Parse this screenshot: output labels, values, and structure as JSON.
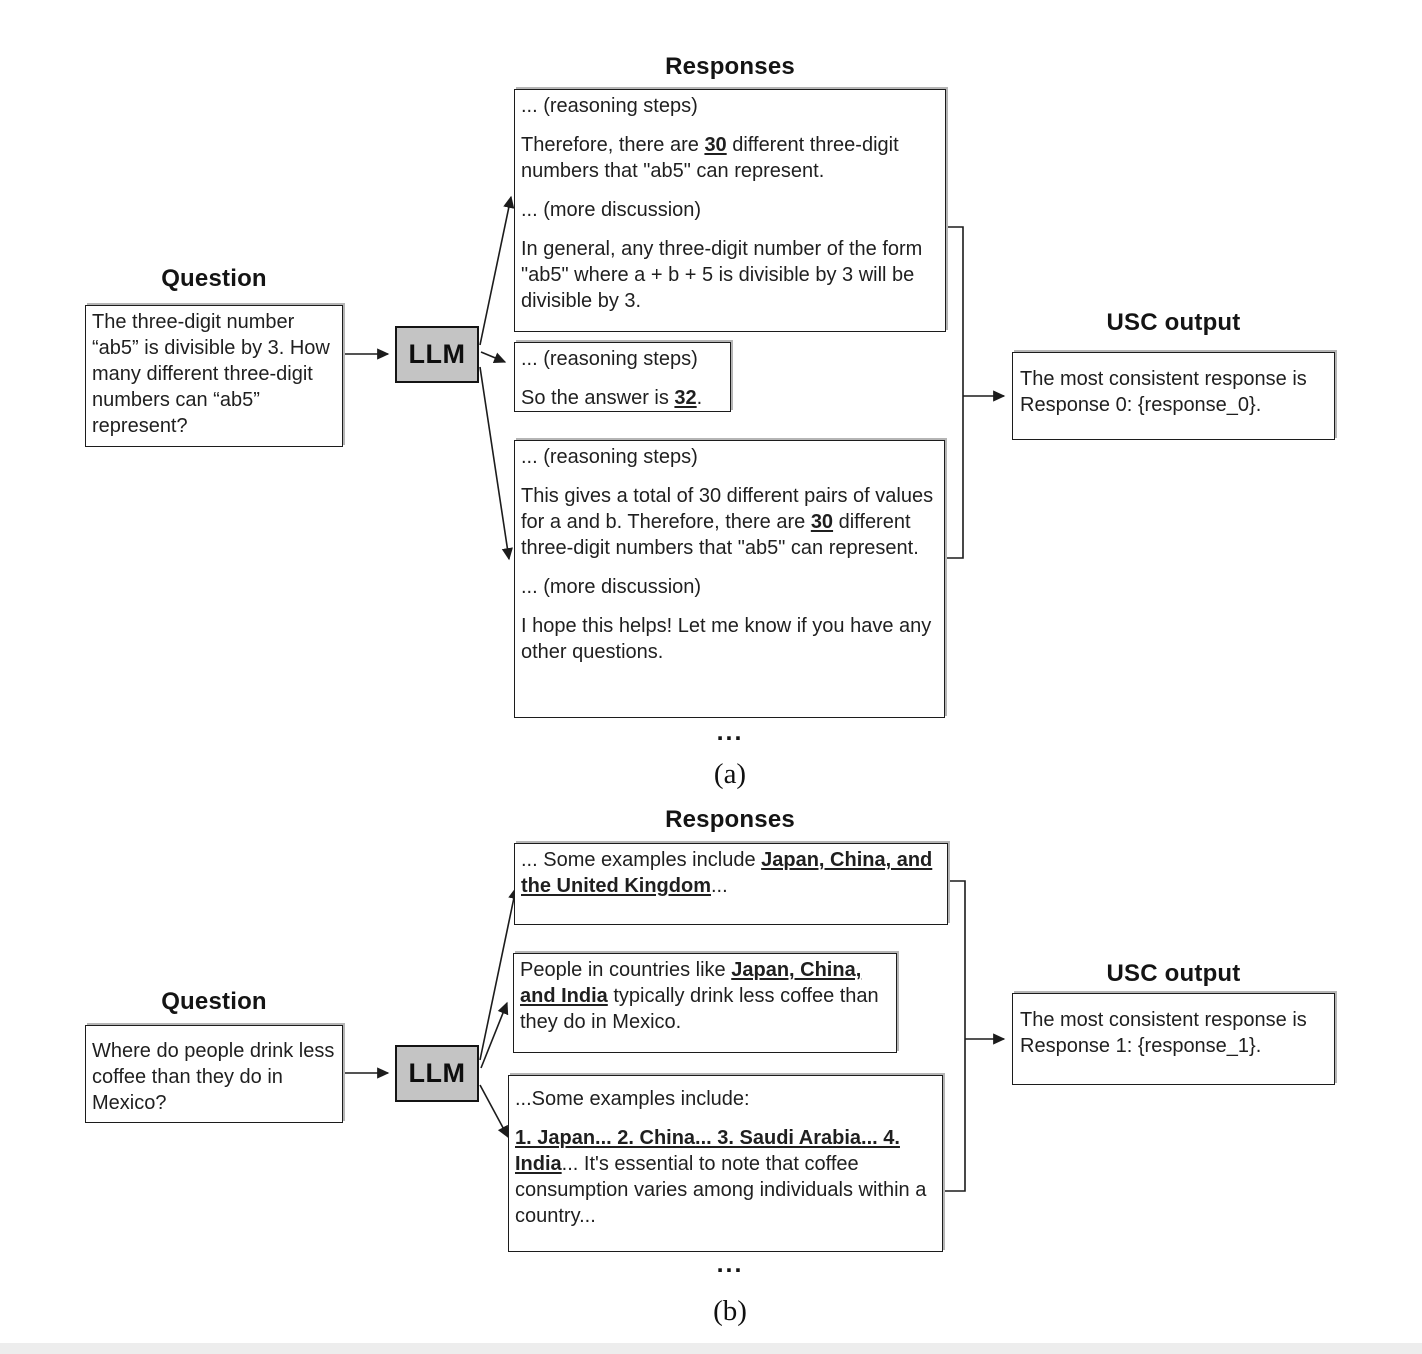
{
  "colors": {
    "llm_box_fill": "#c4c4c4",
    "box_border": "#1c1c1c",
    "text": "#1f1f1f",
    "background": "#ffffff"
  },
  "panels": [
    {
      "caption": "(a)",
      "question_title": "Question",
      "responses_title": "Responses",
      "usc_title": "USC output",
      "llm_label": "LLM",
      "more_responses_ellipsis": "...",
      "question": "The three-digit number “ab5” is divisible by 3. How many different three-digit numbers can “ab5” represent?",
      "usc_output": "The most consistent response is Response 0: {response_0}.",
      "responses": [
        {
          "paragraphs": [
            [
              {
                "t": "... (reasoning steps)"
              }
            ],
            [
              {
                "t": "Therefore, there are "
              },
              {
                "t": "30",
                "hl": true
              },
              {
                "t": " different three-digit numbers that \"ab5\" can represent."
              }
            ],
            [
              {
                "t": "... (more discussion)"
              }
            ],
            [
              {
                "t": "In general, any three-digit number of the form \"ab5\" where a + b + 5 is divisible by 3 will be divisible by 3."
              }
            ]
          ]
        },
        {
          "paragraphs": [
            [
              {
                "t": "... (reasoning steps)"
              }
            ],
            [
              {
                "t": "So the answer is "
              },
              {
                "t": "32",
                "hl": true
              },
              {
                "t": "."
              }
            ]
          ]
        },
        {
          "paragraphs": [
            [
              {
                "t": "... (reasoning steps)"
              }
            ],
            [
              {
                "t": "This gives a total of 30 different pairs of values for a and b. Therefore, there are "
              },
              {
                "t": "30",
                "hl": true
              },
              {
                "t": " different three-digit numbers that \"ab5\" can represent."
              }
            ],
            [
              {
                "t": "... (more discussion)"
              }
            ],
            [
              {
                "t": "I hope this helps! Let me know if you have any other questions."
              }
            ]
          ]
        }
      ]
    },
    {
      "caption": "(b)",
      "question_title": "Question",
      "responses_title": "Responses",
      "usc_title": "USC output",
      "llm_label": "LLM",
      "more_responses_ellipsis": "...",
      "question": "Where do people drink less coffee than they do in Mexico?",
      "usc_output": "The most consistent response is Response 1: {response_1}.",
      "responses": [
        {
          "paragraphs": [
            [
              {
                "t": "... Some examples include "
              },
              {
                "t": "Japan, China, and the United Kingdom",
                "hl": true
              },
              {
                "t": "..."
              }
            ]
          ]
        },
        {
          "paragraphs": [
            [
              {
                "t": "People in countries like "
              },
              {
                "t": "Japan, China, and India",
                "hl": true
              },
              {
                "t": " typically drink less coffee than they do in Mexico."
              }
            ]
          ]
        },
        {
          "paragraphs": [
            [
              {
                "t": "...Some examples include:"
              }
            ],
            [
              {
                "t": "1. Japan... 2. China... 3. Saudi Arabia... 4. India",
                "hl": true
              },
              {
                "t": "... It's essential to note that coffee consumption varies among individuals within a country..."
              }
            ]
          ]
        }
      ]
    }
  ]
}
